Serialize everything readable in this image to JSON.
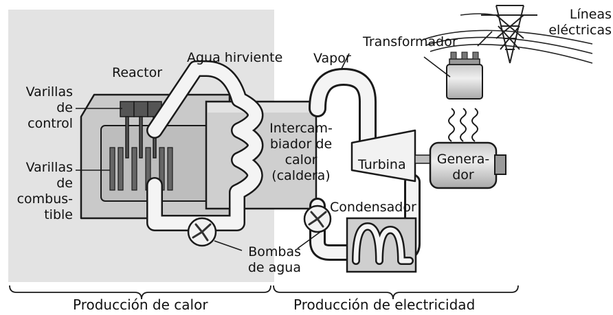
{
  "labels": {
    "reactor": "Reactor",
    "control_rods": "Varillas\nde\ncontrol",
    "fuel_rods": "Varillas\nde\ncombus-\ntible",
    "boiling_water": "Agua hirviente",
    "steam": "Vapor",
    "heat_exchanger": "Intercam-\nbiador de\ncalor\n(caldera)",
    "turbine": "Turbina",
    "generator": "Genera-\ndor",
    "transformer": "Transformador",
    "power_lines": "Líneas\neléctricas",
    "condenser": "Condensador",
    "water_pumps": "Bombas\nde agua"
  },
  "sections": {
    "heat_production": "Producción de calor",
    "electricity_production": "Producción de electricidad"
  },
  "colors": {
    "shaded_area": "#e3e3e3",
    "component_fill": "#d0d0d0",
    "pipe_fill": "#f4f4f4",
    "rod_fill": "#555555",
    "outline": "#1a1a1a"
  }
}
